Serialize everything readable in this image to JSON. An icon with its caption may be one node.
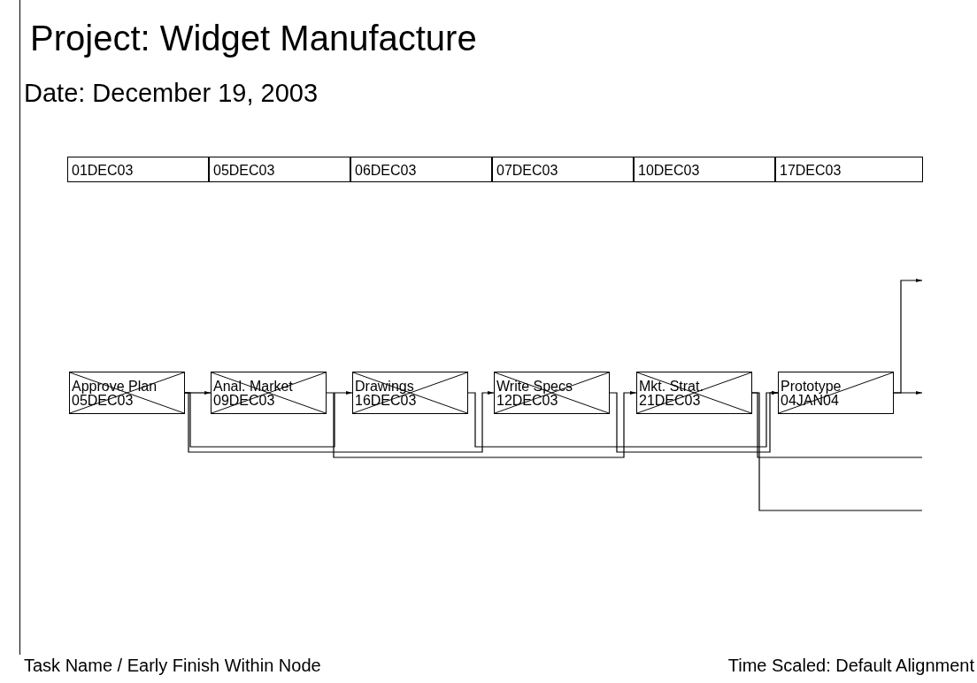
{
  "diagram": {
    "title": "Project: Widget Manufacture",
    "nodes": [
      {
        "text": [
          "Approve Plan",
          "05DEC03"
        ]
      },
      {
        "text": [
          "Anal. Market",
          "09DEC03"
        ]
      },
      {
        "text": [
          "Drawings",
          "16DEC03"
        ]
      },
      {
        "text": [
          "Write Specs",
          "12DEC03"
        ]
      },
      {
        "text": [
          "Mkt. Strat.",
          "21DEC03"
        ]
      },
      {
        "text": [
          "Prototype",
          "04JAN04"
        ]
      }
    ],
    "edges": [
      {
        "from": 0,
        "to": 1,
        "arrow": "to"
      },
      {
        "from": 0,
        "to": 2,
        "arrow": "to"
      },
      {
        "from": 0,
        "to": 3,
        "arrow": "to"
      },
      {
        "from": 1,
        "to": 4,
        "arrow": "to"
      },
      {
        "from": 2,
        "to": 5,
        "arrow": "to"
      },
      {
        "from": 3,
        "to": 5,
        "arrow": "to"
      },
      {
        "from": 4,
        "to": null,
        "arrow": "none"
      },
      {
        "from": 4,
        "to": null,
        "arrow": "none"
      },
      {
        "from": 5,
        "to": null,
        "arrow": "to"
      },
      {
        "from": 5,
        "to": null,
        "arrow": "to"
      }
    ],
    "labels": [
      "Date: December 19, 2003",
      "01DEC03",
      "05DEC03",
      "06DEC03",
      "07DEC03",
      "10DEC03",
      "17DEC03",
      "Task Name / Early Finish Within Node",
      "Time Scaled: Default Alignment"
    ]
  }
}
